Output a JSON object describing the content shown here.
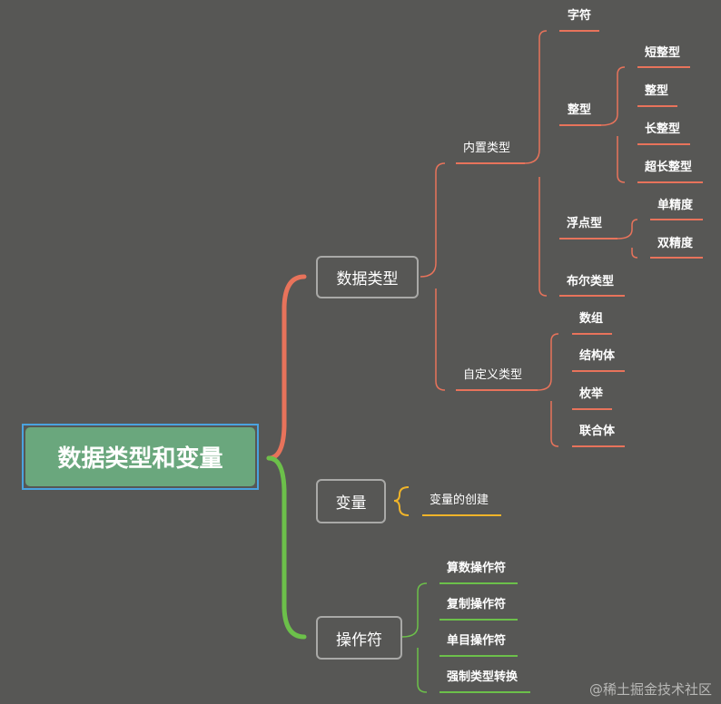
{
  "colors": {
    "background": "#575755",
    "root_fill": "#6aa77d",
    "root_border": "#4aa3df",
    "branch_data_types": "#e8735b",
    "branch_variables": "#f0b429",
    "branch_operators": "#6cc04a",
    "box_border": "#a9a9a7"
  },
  "root": {
    "label": "数据类型和变量"
  },
  "branches": [
    {
      "label": "数据类型",
      "children": [
        {
          "label": "内置类型",
          "children": [
            {
              "label": "字符"
            },
            {
              "label": "整型",
              "children": [
                "短整型",
                "整型",
                "长整型",
                "超长整型"
              ]
            },
            {
              "label": "浮点型",
              "children": [
                "单精度",
                "双精度"
              ]
            },
            {
              "label": "布尔类型"
            }
          ]
        },
        {
          "label": "自定义类型",
          "children": [
            "数组",
            "结构体",
            "枚举",
            "联合体"
          ]
        }
      ]
    },
    {
      "label": "变量",
      "children": [
        "变量的创建"
      ]
    },
    {
      "label": "操作符",
      "children": [
        "算数操作符",
        "复制操作符",
        "单目操作符",
        "强制类型转换"
      ]
    }
  ],
  "watermark": "@稀土掘金技术社区"
}
